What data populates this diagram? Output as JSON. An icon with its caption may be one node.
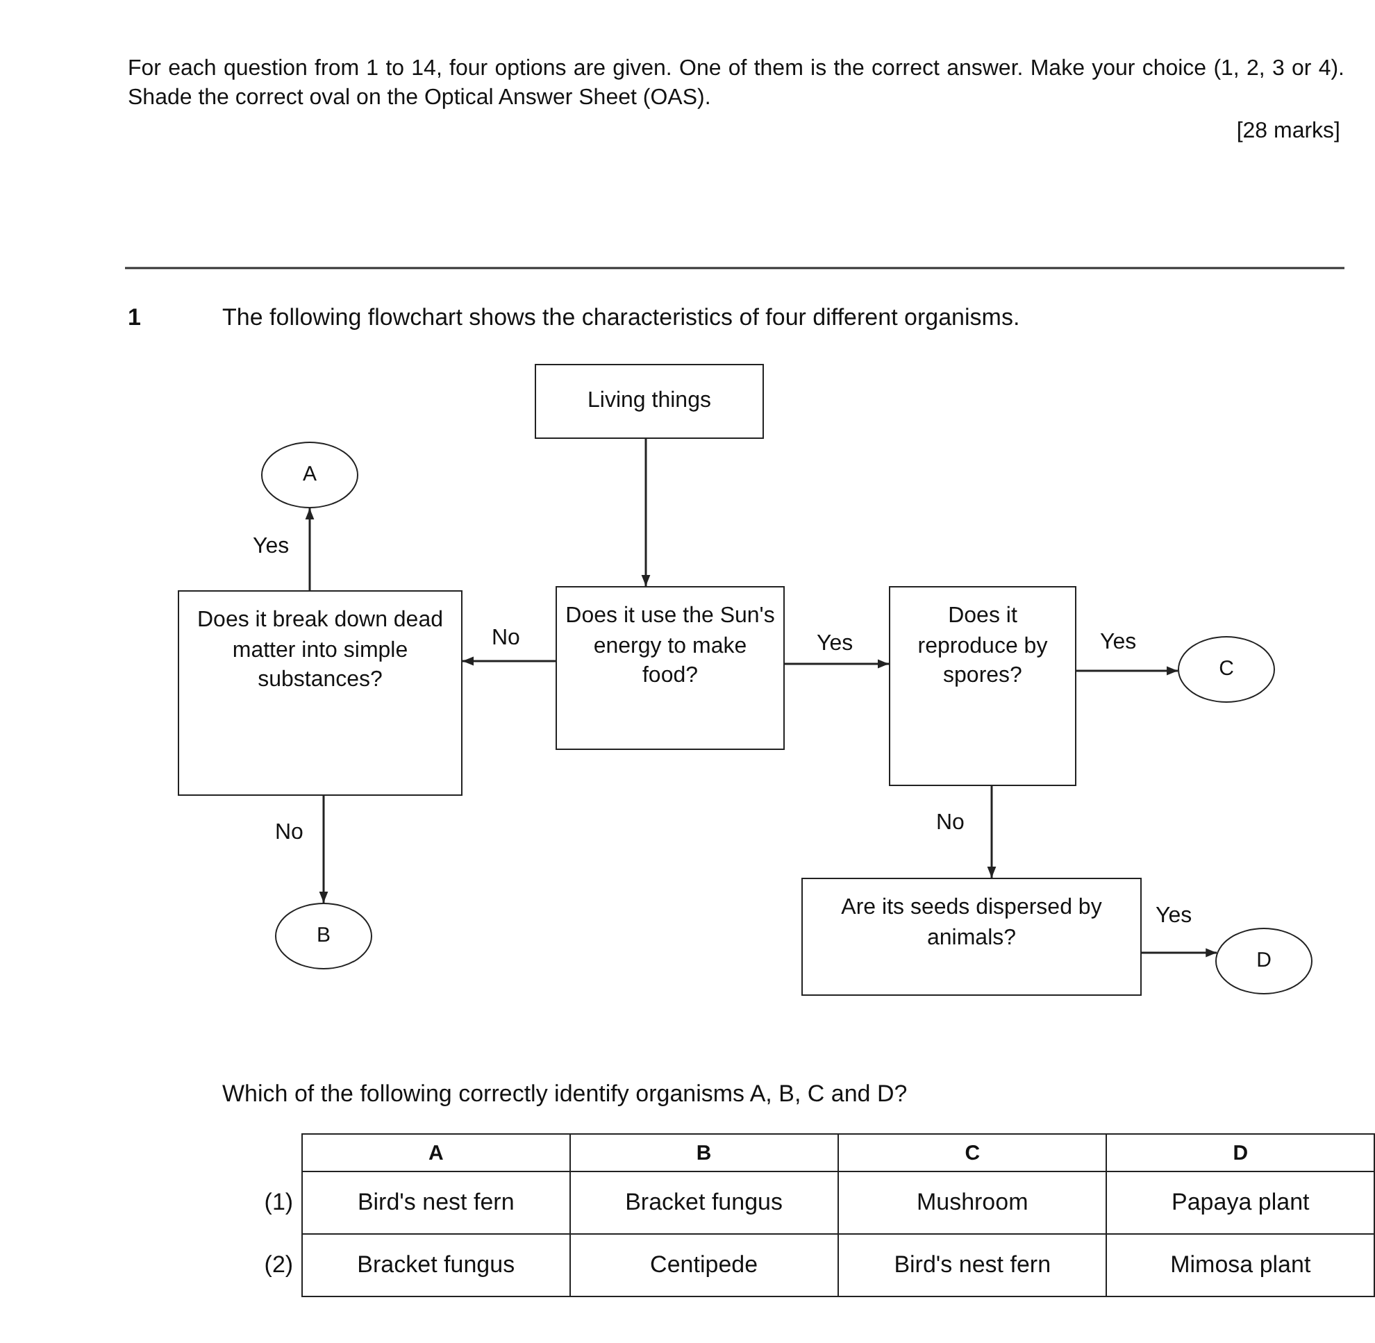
{
  "diagram": {
    "nodes": [
      {
        "text": [
          "Living things"
        ]
      },
      {
        "text": [
          "Does it break down dead matter into simple substances?"
        ]
      },
      {
        "text": [
          "Does it use the Sun's energy to make food?"
        ]
      },
      {
        "text": [
          "Does it reproduce by spores?"
        ]
      },
      {
        "text": [
          "Are its seeds dispersed by animals?"
        ]
      },
      {
        "text": [
          "A"
        ]
      },
      {
        "text": [
          "B"
        ]
      },
      {
        "text": [
          "C"
        ]
      },
      {
        "text": [
          "D"
        ]
      }
    ],
    "edges": [
      {
        "from": 0,
        "to": 2,
        "arrow": "to"
      },
      {
        "from": 2,
        "to": 1,
        "arrow": "to",
        "label": "No"
      },
      {
        "from": 2,
        "to": 3,
        "arrow": "to",
        "label": "Yes"
      },
      {
        "from": 1,
        "to": 5,
        "arrow": "to",
        "label": "Yes"
      },
      {
        "from": 1,
        "to": 6,
        "arrow": "to",
        "label": "No"
      },
      {
        "from": 3,
        "to": 7,
        "arrow": "to",
        "label": "Yes"
      },
      {
        "from": 3,
        "to": 4,
        "arrow": "to",
        "label": "No"
      },
      {
        "from": 4,
        "to": 8,
        "arrow": "to",
        "label": "Yes"
      }
    ],
    "labels": [
      "For each question from 1 to 14, four options are given. One of them is the correct answer. Make your choice (1, 2, 3 or 4). Shade the correct oval on the Optical Answer Sheet (OAS).",
      "[28 marks]",
      "1",
      "The following flowchart shows the characteristics of four different organisms.",
      "Which of the following correctly identify organisms A, B, C and D?",
      "A",
      "B",
      "C",
      "D",
      "(1)",
      "Bird's nest fern",
      "Bracket fungus",
      "Mushroom",
      "Papaya plant",
      "(2)",
      "Bracket fungus",
      "Centipede",
      "Bird's nest fern",
      "Mimosa plant"
    ]
  }
}
